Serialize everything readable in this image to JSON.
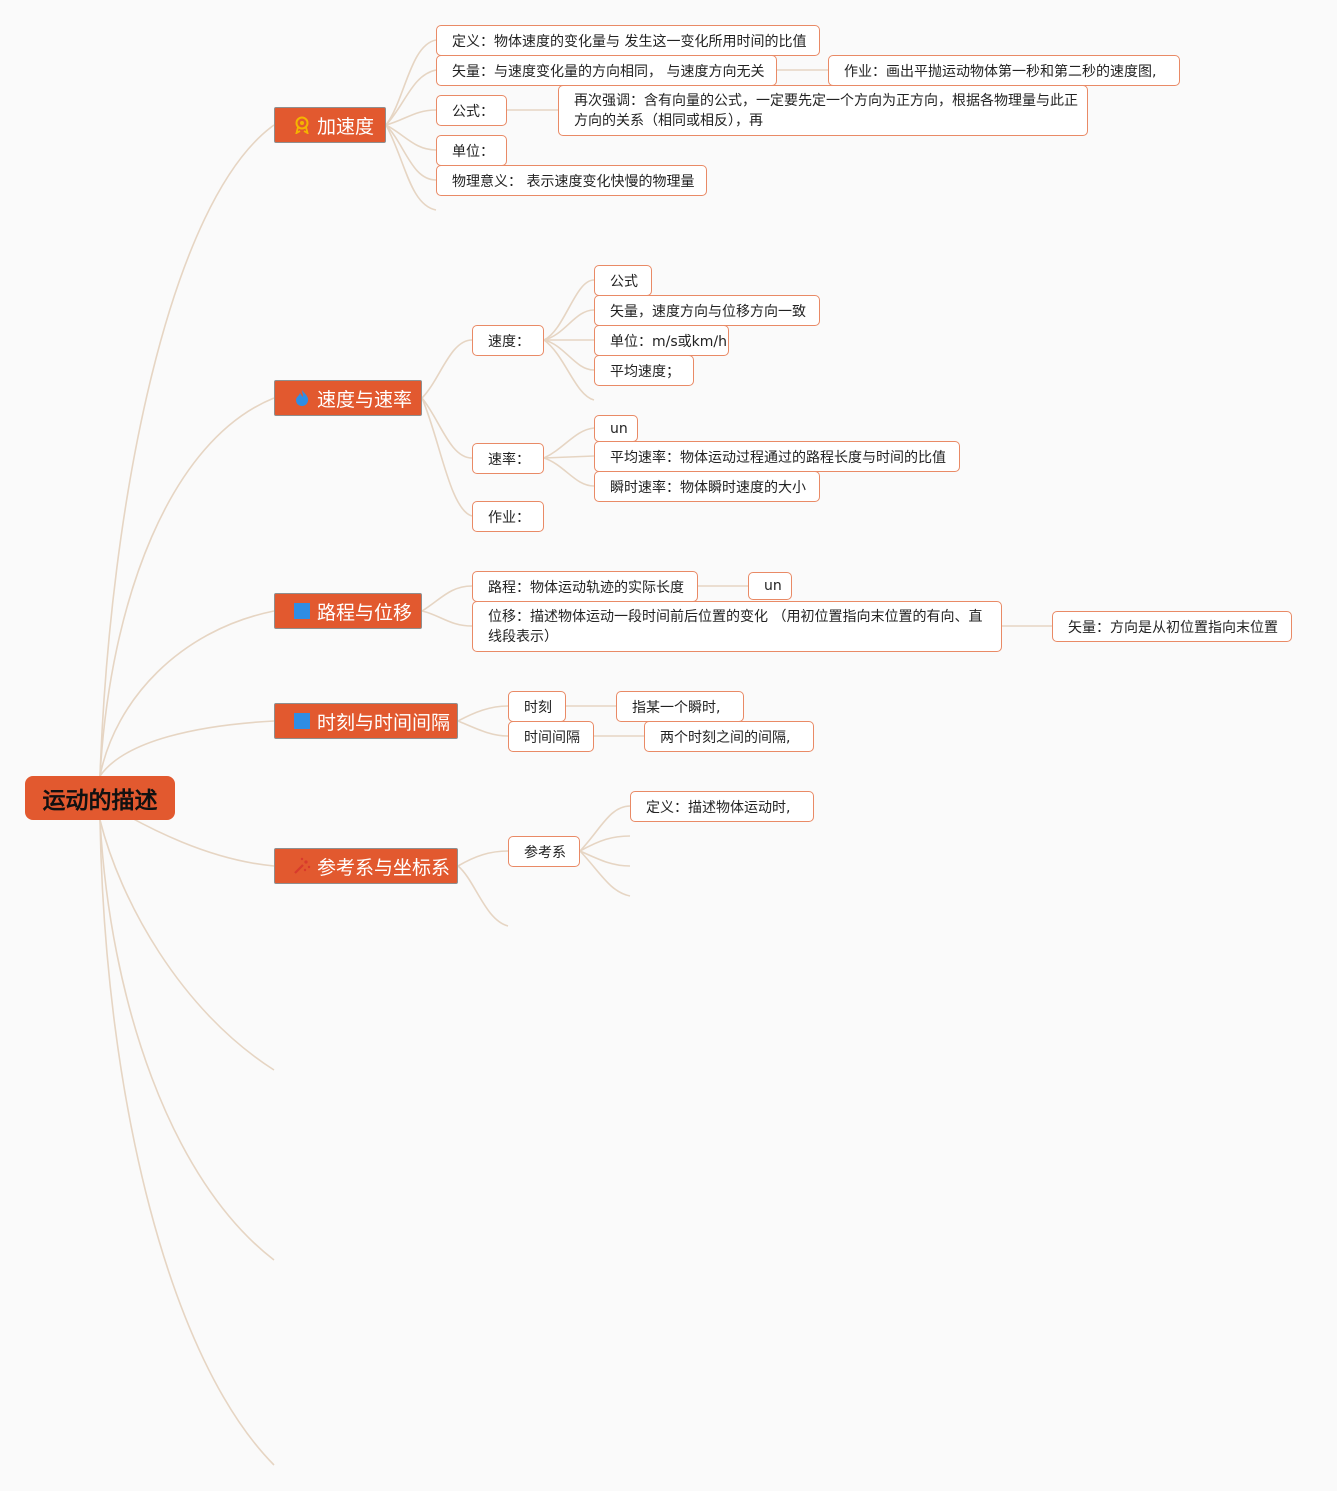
{
  "root": {
    "label": "运动的描述"
  },
  "topics": {
    "accel": {
      "label": "加速度",
      "icon": "award-icon",
      "children": {
        "def": "定义：物体速度的变化量与 发生这一变化所用时间的比值",
        "vector": "矢量：与速度变化量的方向相同，  与速度方向无关",
        "vector_hw": "作业：画出平抛运动物体第一秒和第二秒的速度图,",
        "formula": "公式：",
        "formula_note": "再次强调：含有向量的公式，一定要先定一个方向为正方向，根据各物理量与此正方向的关系（相同或相反），再",
        "unit": "单位：",
        "meaning": "物理意义：  表示速度变化快慢的物理量"
      }
    },
    "speed": {
      "label": "速度与速率",
      "icon": "flame-icon",
      "velocity": {
        "label": "速度：",
        "formula": "公式",
        "vector": "矢量，速度方向与位移方向一致",
        "unit": "单位：m/s或km/h",
        "avg": "平均速度；"
      },
      "rate": {
        "label": "速率：",
        "un": "un",
        "avg": "平均速率：物体运动过程通过的路程长度与时间的比值",
        "inst": "瞬时速率：物体瞬时速度的大小"
      },
      "homework": "作业："
    },
    "path": {
      "label": "路程与位移",
      "icon": "square-icon",
      "distance": "路程：物体运动轨迹的实际长度",
      "distance_un": "un",
      "displacement": "位移：描述物体运动一段时间前后位置的变化  （用初位置指向末位置的有向、直线段表示）",
      "displacement_vector": "矢量：方向是从初位置指向末位置"
    },
    "time": {
      "label": "时刻与时间间隔",
      "icon": "square-icon",
      "moment": "时刻",
      "moment_desc": "指某一个瞬时,",
      "interval": "时间间隔",
      "interval_desc": "两个时刻之间的间隔,"
    },
    "frame": {
      "label": "参考系与坐标系",
      "icon": "sparkle-icon",
      "reference": "参考系",
      "reference_def": "定义：描述物体运动时,"
    }
  },
  "colors": {
    "topic_fill": "#e2592f",
    "node_border": "#e98a66",
    "connector": "#e6d5c3",
    "background": "#fafafa"
  }
}
